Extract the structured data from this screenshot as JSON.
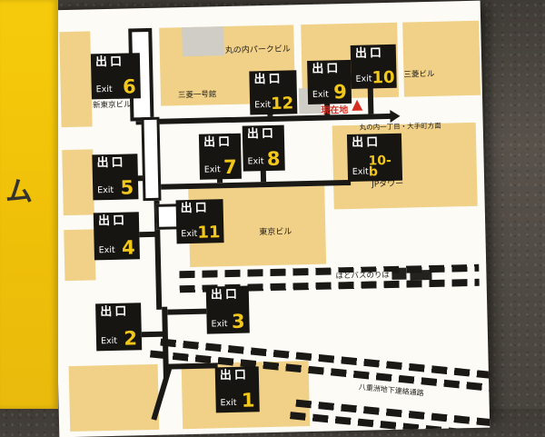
{
  "scene": {
    "pillar_text": "ム"
  },
  "map": {
    "exit_box": {
      "jp": "出口",
      "en": "Exit"
    },
    "exits": {
      "e1": {
        "number": "1"
      },
      "e2": {
        "number": "2"
      },
      "e3": {
        "number": "3"
      },
      "e4": {
        "number": "4"
      },
      "e5": {
        "number": "5"
      },
      "e6": {
        "number": "6"
      },
      "e7": {
        "number": "7"
      },
      "e8": {
        "number": "8"
      },
      "e9": {
        "number": "9"
      },
      "e10": {
        "number": "10"
      },
      "e10b": {
        "number": "10-b"
      },
      "e11": {
        "number": "11"
      },
      "e12": {
        "number": "12"
      }
    },
    "labels": {
      "marunouchi_park_bldg": "丸の内パークビル",
      "mitsubishi_ichigokan": "三菱一号館",
      "mitsubishi_bldg": "三菱ビル",
      "shin_tokyo_bldg": "新東京ビル",
      "jp_tower": "JPタワー",
      "tokyo_bldg": "東京ビル",
      "hato_bus_stop": "はとバスのりば",
      "yaesu_passage": "八重洲地下連絡通路",
      "current_location": "現在地",
      "direction": "丸の内一丁目・大手町方面"
    },
    "colors": {
      "building_tan": "#f1d187",
      "exit_number_yellow": "#f2c71c",
      "pillar_yellow": "#f3c60d",
      "current_location_red": "#d62c20",
      "wall_brown": "#58524b"
    }
  }
}
